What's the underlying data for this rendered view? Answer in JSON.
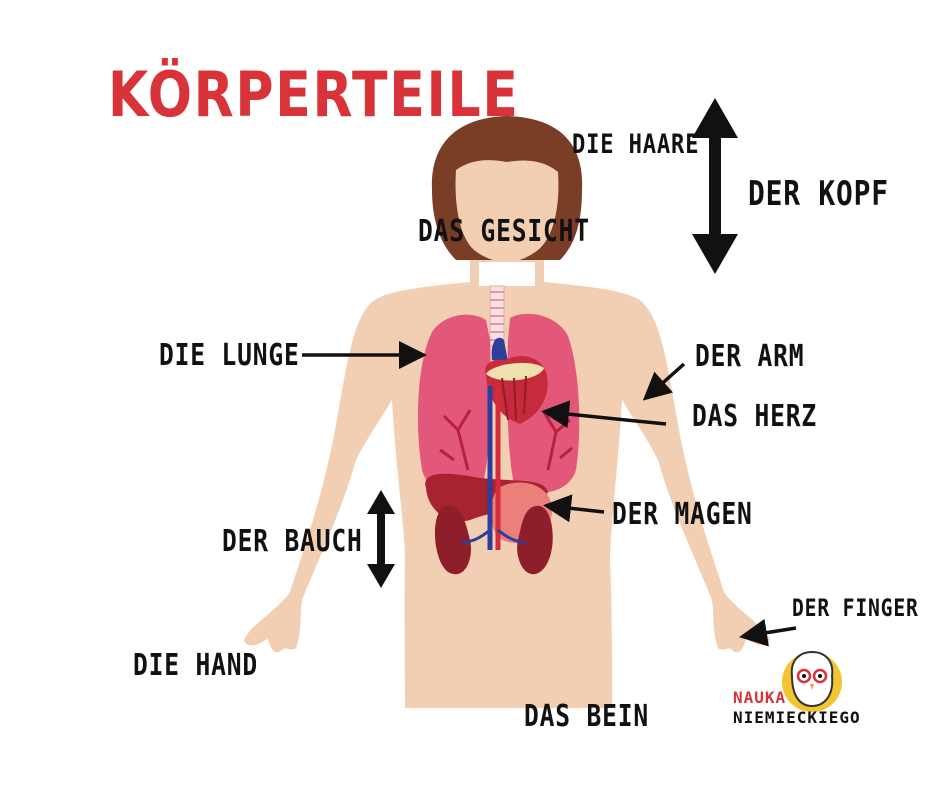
{
  "title": "KÖRPERTEILE",
  "labels": {
    "haare": "DIE HAARE",
    "kopf": "DER KOPF",
    "gesicht": "DAS GESICHT",
    "lunge": "DIE LUNGE",
    "arm": "DER ARM",
    "herz": "DAS HERZ",
    "magen": "DER MAGEN",
    "bauch": "DER BAUCH",
    "finger": "DER FINGER",
    "hand": "DIE HAND",
    "bein": "DAS BEIN"
  },
  "logo": {
    "line1": "NAUKA",
    "line2": "NIEMIECKIEGO"
  },
  "colors": {
    "title": "#d9333a",
    "skin": "#f2cfb3",
    "hair": "#7a3d26",
    "lung": "#e3587a",
    "heart": "#c72a3a",
    "liver": "#a82230",
    "kidney": "#8e1f2a",
    "stomach": "#eb7f7a",
    "logo_accent": "#d9333a",
    "logo_sun": "#f4c430"
  }
}
